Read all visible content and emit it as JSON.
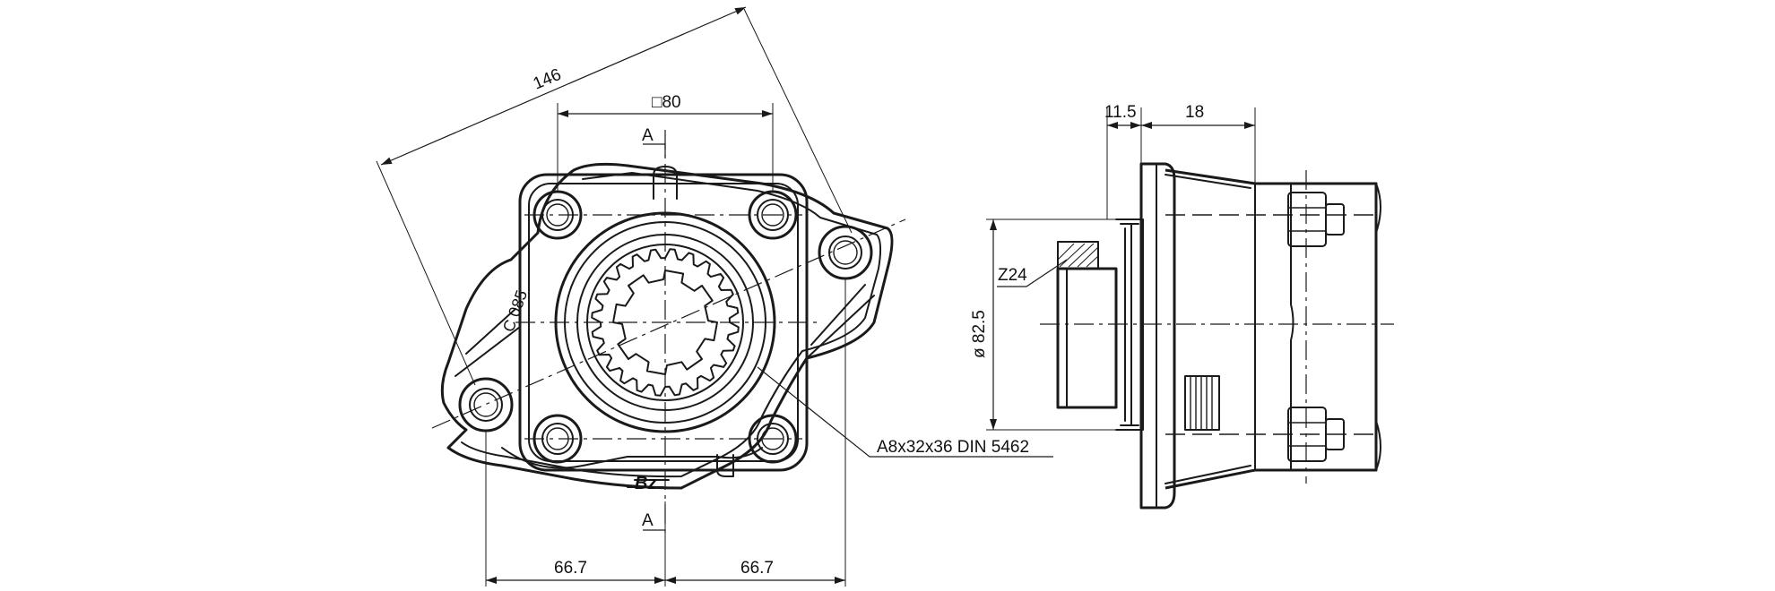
{
  "dimensions": {
    "diagonal": "146",
    "square": "□80",
    "section_top": "A",
    "section_bottom": "A",
    "left_offset": "66.7",
    "right_offset": "66.7",
    "diameter": "ø 82.5",
    "flange_thickness": "11.5",
    "hub_length": "18",
    "teeth": "Z24",
    "spline": "A8x32x36 DIN 5462"
  },
  "markings": {
    "flange_code": "C 085",
    "brand_logo": "Bz"
  }
}
